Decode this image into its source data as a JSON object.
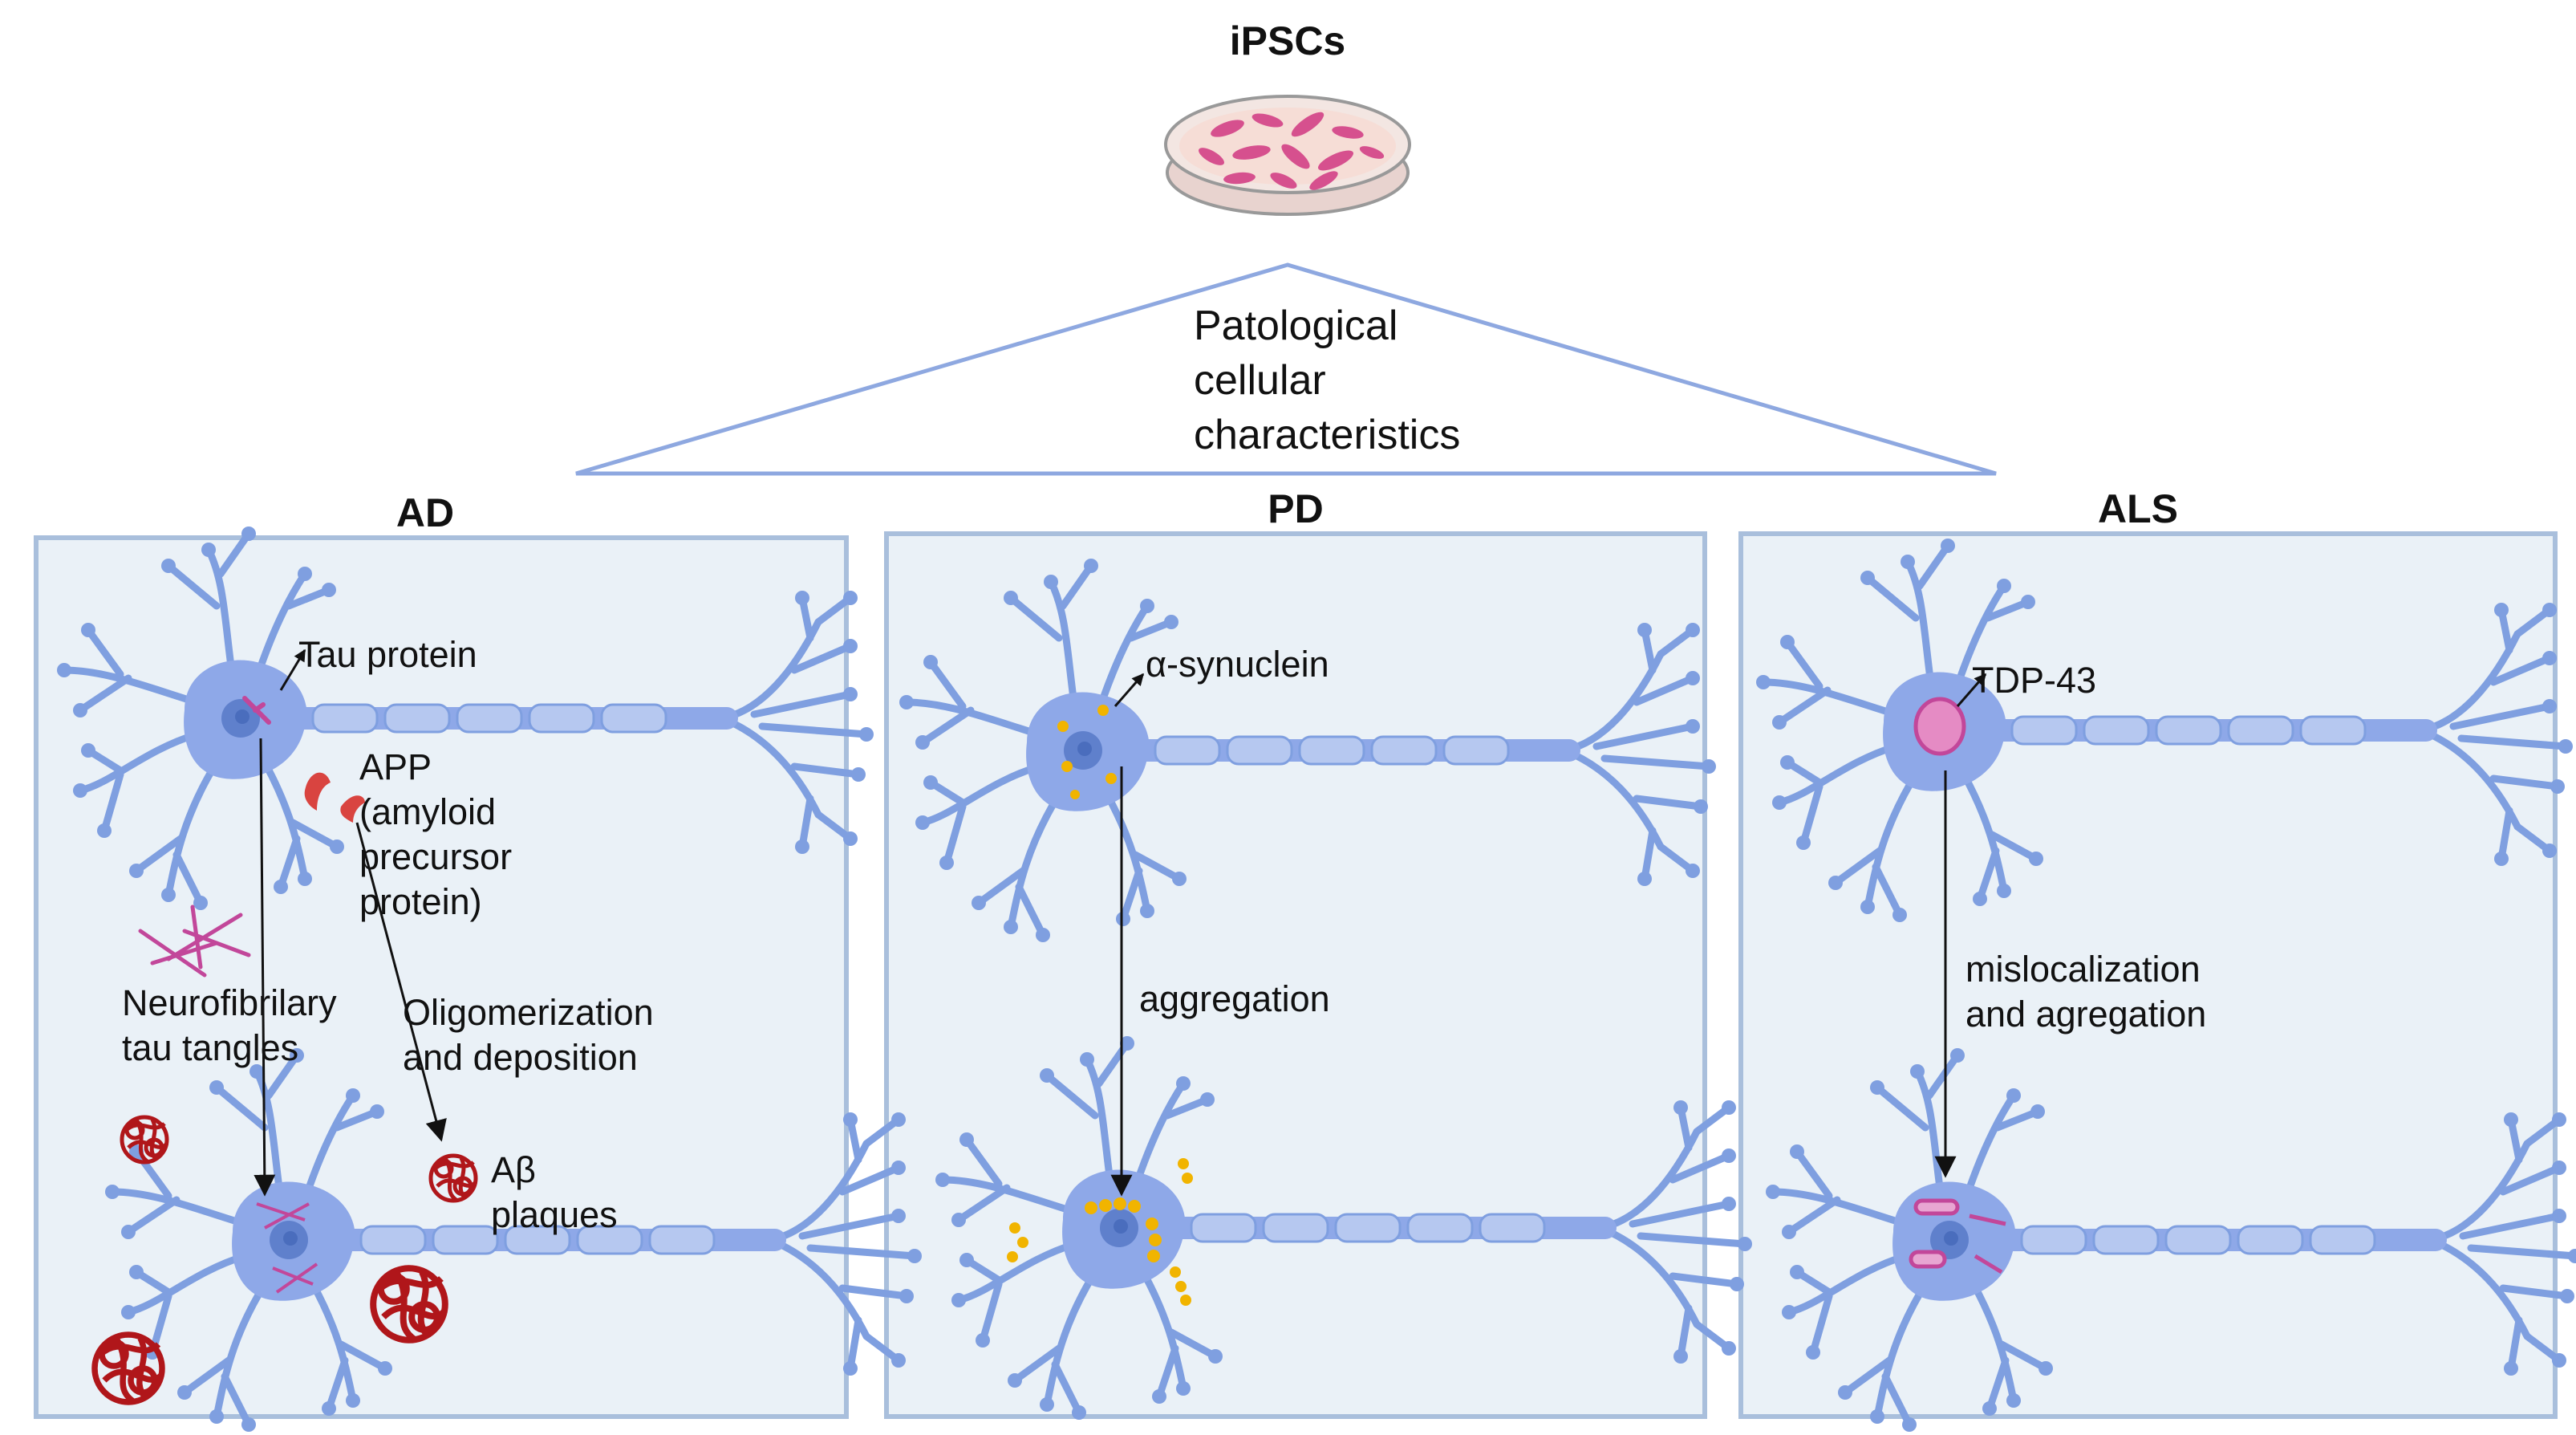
{
  "header": {
    "title": "iPSCs"
  },
  "pyramid": {
    "label": "Patological\ncellular\ncharacteristics"
  },
  "panels": {
    "ad": {
      "title": "AD",
      "tau_label": "Tau protein",
      "app_label": "APP\n(amyloid\nprecursor\nprotein)",
      "tangles_label": "Neurofibrilary\ntau tangles",
      "oligo_label": "Oligomerization\nand deposition",
      "plaques_label": "Aβ\nplaques"
    },
    "pd": {
      "title": "PD",
      "synuclein_label": "α-synuclein",
      "aggregation_label": "aggregation"
    },
    "als": {
      "title": "ALS",
      "tdp_label": "TDP-43",
      "mislocal_label": "mislocalization\nand agregation"
    }
  },
  "colors": {
    "panel_fill": "#eaf1f7",
    "panel_border": "#a9bfdc",
    "neuron": "#7f9fe0",
    "neuron_body": "#8ea8e8",
    "nucleus": "#5f80cc",
    "tau": "#c2479a",
    "app": "#d94440",
    "plaque": "#b0161a",
    "synuclein": "#f1b400",
    "tdp43": "#d05aa0"
  }
}
